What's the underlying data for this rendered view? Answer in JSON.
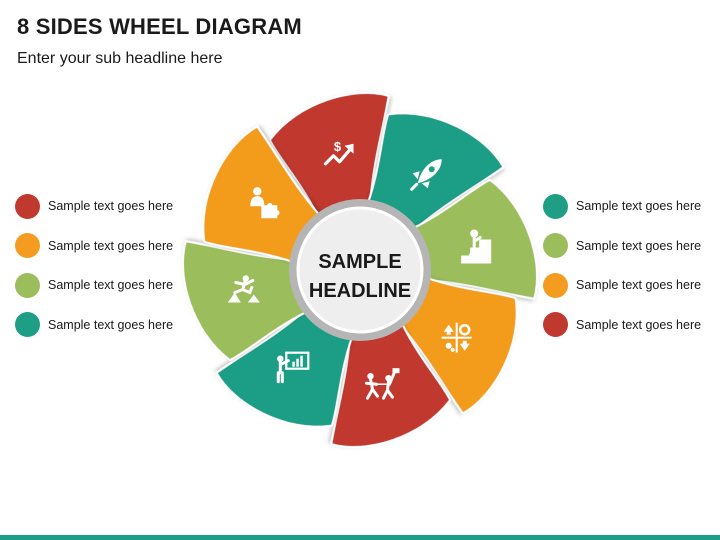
{
  "title": "8 SIDES WHEEL DIAGRAM",
  "subtitle": "Enter your sub headline here",
  "center": {
    "line1": "SAMPLE",
    "line2": "HEADLINE"
  },
  "colors": {
    "red": "#c0392e",
    "teal": "#1f9e86",
    "green": "#9bbd5b",
    "orange": "#f39c1f",
    "ring": "#b5b5b5",
    "hub": "#eeeeee"
  },
  "petals": [
    {
      "color": "#c0392e",
      "icon": "dollar-growth-icon"
    },
    {
      "color": "#1f9e86",
      "icon": "rocket-icon"
    },
    {
      "color": "#9bbd5b",
      "icon": "climbing-stairs-icon"
    },
    {
      "color": "#f39c1f",
      "icon": "strategy-grid-icon"
    },
    {
      "color": "#c0392e",
      "icon": "running-goal-icon"
    },
    {
      "color": "#1f9e86",
      "icon": "presentation-icon"
    },
    {
      "color": "#9bbd5b",
      "icon": "jumping-obstacle-icon"
    },
    {
      "color": "#f39c1f",
      "icon": "puzzle-person-icon"
    }
  ],
  "legend_left": [
    {
      "label": "Sample text goes here",
      "color": "#c0392e"
    },
    {
      "label": "Sample text goes here",
      "color": "#f39c1f"
    },
    {
      "label": "Sample text goes here",
      "color": "#9bbd5b"
    },
    {
      "label": "Sample text goes here",
      "color": "#1f9e86"
    }
  ],
  "legend_right": [
    {
      "label": "Sample text goes here",
      "color": "#1f9e86"
    },
    {
      "label": "Sample text goes here",
      "color": "#9bbd5b"
    },
    {
      "label": "Sample text goes here",
      "color": "#f39c1f"
    },
    {
      "label": "Sample text goes here",
      "color": "#c0392e"
    }
  ]
}
